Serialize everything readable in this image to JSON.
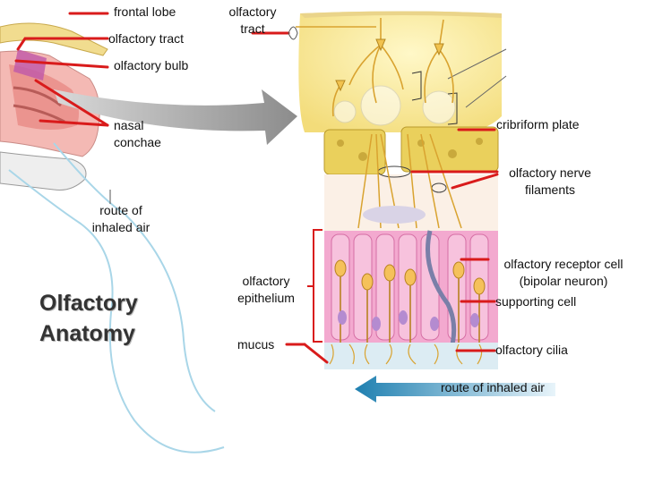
{
  "title": {
    "line1": "Olfactory",
    "line2": "Anatomy"
  },
  "labels": {
    "frontal_lobe": "frontal lobe",
    "olfactory_tract_left": "olfactory tract",
    "olfactory_tract_top_1": "olfactory",
    "olfactory_tract_top_2": "tract",
    "olfactory_bulb": "olfactory bulb",
    "nasal_conchae_1": "nasal",
    "nasal_conchae_2": "conchae",
    "route_inhaled_air_left_1": "route of",
    "route_inhaled_air_left_2": "inhaled air",
    "cribriform_plate": "cribriform plate",
    "olfactory_nerve_filaments_1": "olfactory nerve",
    "olfactory_nerve_filaments_2": "filaments",
    "olfactory_epithelium_1": "olfactory",
    "olfactory_epithelium_2": "epithelium",
    "mucus": "mucus",
    "olfactory_receptor_cell_1": "olfactory receptor cell",
    "olfactory_receptor_cell_2": "(bipolar neuron)",
    "supporting_cell": "supporting cell",
    "olfactory_cilia": "olfactory cilia",
    "route_inhaled_air_bottom": "route of inhaled air"
  },
  "colors": {
    "pointer": "#d91b1b",
    "bone": "#e9c96a",
    "epithelium": "#ef9ec9",
    "neuron": "#e8b23c",
    "air_arrow": "#2f8fb8",
    "big_arrow": "#9a9a9a"
  }
}
